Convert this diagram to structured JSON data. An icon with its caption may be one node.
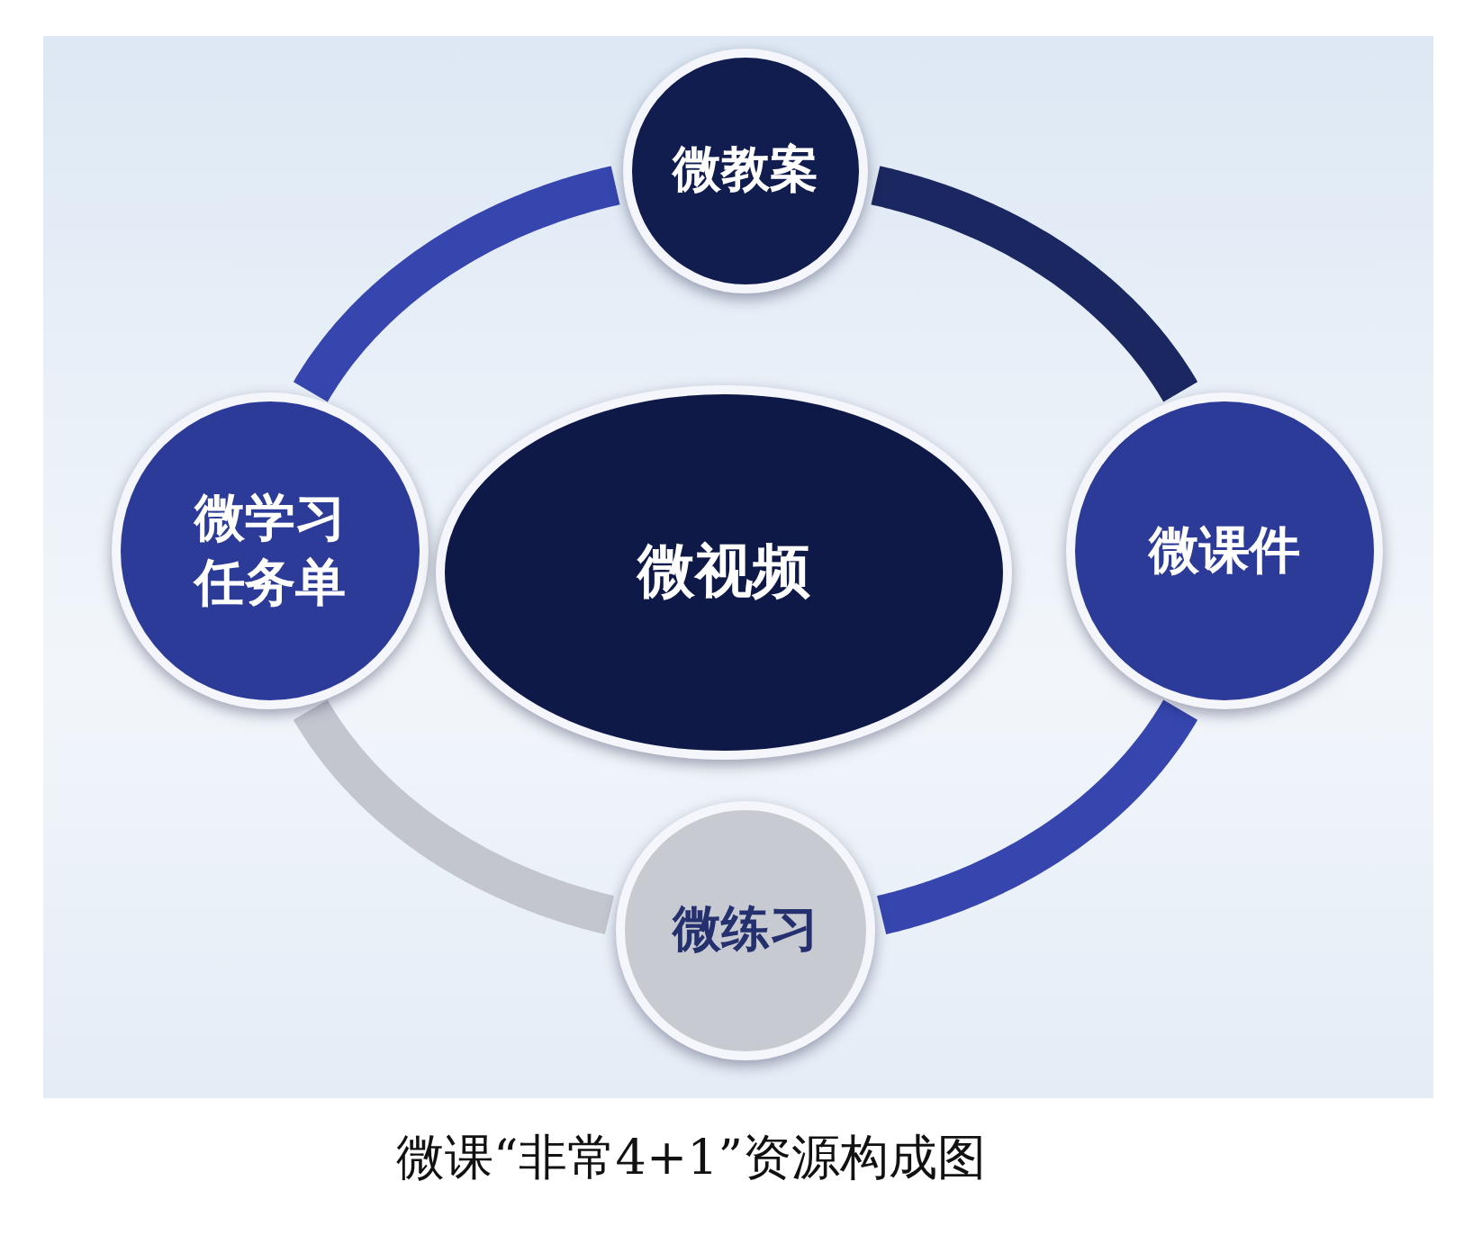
{
  "diagram": {
    "caption": "微课“非常4+1”资源构成图",
    "nodes": [
      {
        "text": [
          "微教案"
        ]
      },
      {
        "text": [
          "微学习任务单"
        ]
      },
      {
        "text": [
          "微视频"
        ]
      },
      {
        "text": [
          "微课件"
        ]
      },
      {
        "text": [
          "微练习"
        ]
      }
    ],
    "edges": [
      {
        "from": 0,
        "to": 3,
        "arrow": "none",
        "color": "#1b2760"
      },
      {
        "from": 3,
        "to": 4,
        "arrow": "none"
      },
      {
        "from": 4,
        "to": 1,
        "arrow": "none",
        "color": "#c3c6cf"
      },
      {
        "from": 1,
        "to": 0,
        "arrow": "none"
      }
    ]
  }
}
